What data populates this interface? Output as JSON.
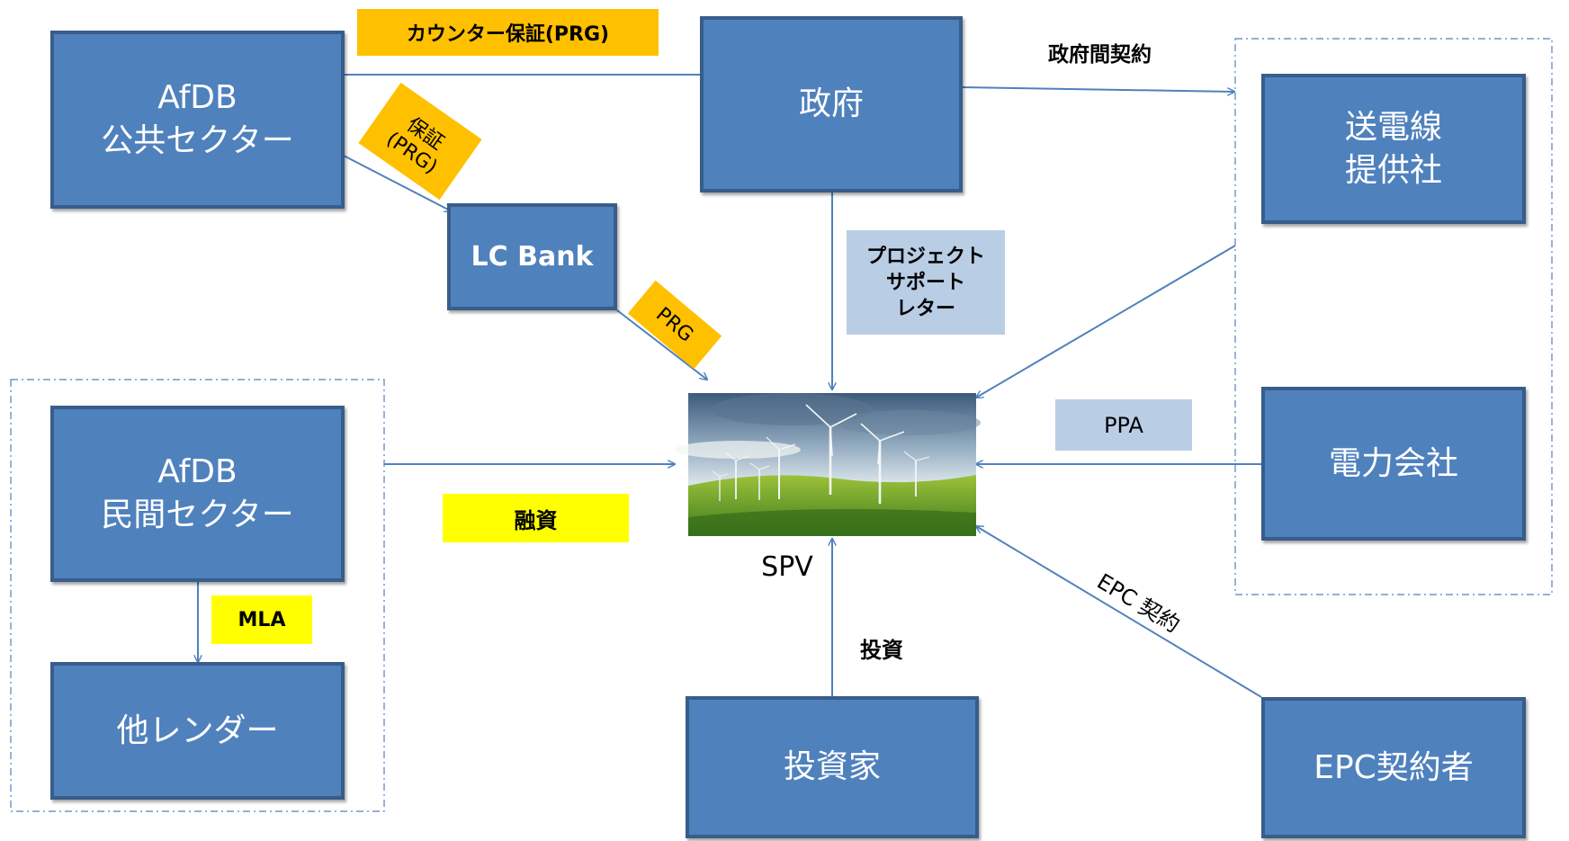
{
  "colors": {
    "box_fill": "#4f81bd",
    "box_border": "#385d8a",
    "arrow": "#4f81bd",
    "orange_label": "#ffc000",
    "yellow_label": "#ffff00",
    "lightblue_label": "#b9cde5",
    "group_border": "#4f81bd"
  },
  "nodes": {
    "afdb_public": {
      "lines": [
        "AfDB",
        "公共セクター"
      ]
    },
    "government": {
      "lines": [
        "政府"
      ]
    },
    "transmission": {
      "lines": [
        "送電線",
        "提供社"
      ]
    },
    "lc_bank": {
      "lines": [
        "LC Bank"
      ]
    },
    "afdb_private": {
      "lines": [
        "AfDB",
        "民間セクター"
      ]
    },
    "other_lenders": {
      "lines": [
        "他レンダー"
      ]
    },
    "power_company": {
      "lines": [
        "電力会社"
      ]
    },
    "investors": {
      "lines": [
        "投資家"
      ]
    },
    "epc_contractor": {
      "lines": [
        "EPC契約者"
      ]
    }
  },
  "spv": {
    "image_desc": "wind-farm-image",
    "label": "SPV"
  },
  "edge_labels": {
    "counter_guarantee": "カウンター保証(PRG)",
    "gov_agreement": "政府間契約",
    "guarantee": [
      "保証",
      "(PRG)"
    ],
    "prg": "PRG",
    "project_support": [
      "プロジェクト",
      "サポート",
      "レター"
    ],
    "ppa": "PPA",
    "financing": "融資",
    "mla": "MLA",
    "investment": "投資",
    "epc_contract": "EPC 契約"
  }
}
